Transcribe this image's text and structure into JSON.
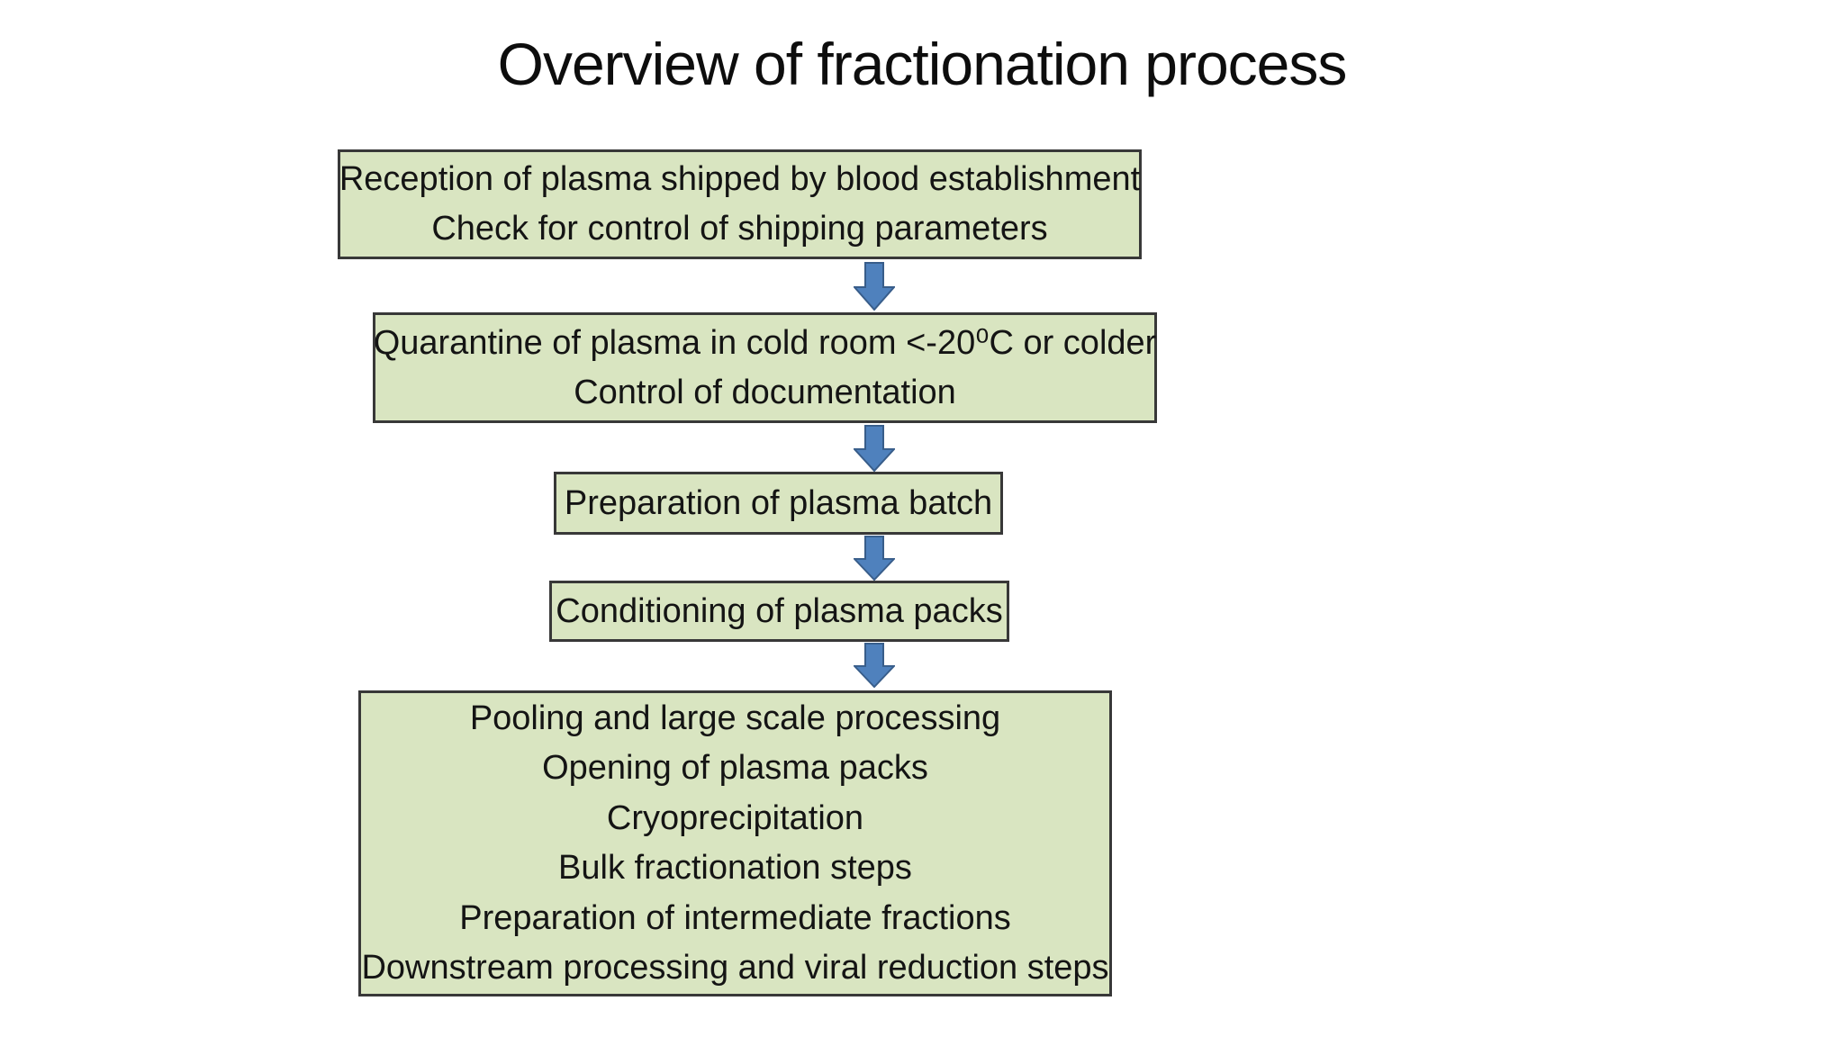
{
  "slide": {
    "title": "Overview of fractionation process",
    "colors": {
      "background": "#ffffff",
      "box_fill": "#d9e5c1",
      "box_border": "#383838",
      "arrow_fill": "#4f81bd",
      "arrow_border": "#385d8a",
      "text": "#141414"
    },
    "steps": [
      {
        "name": "reception",
        "lines": [
          "Reception of plasma shipped by blood establishment",
          "Check for control of shipping parameters"
        ]
      },
      {
        "name": "quarantine",
        "lines": [
          "Quarantine of plasma in cold room <-20⁰C or colder",
          "Control of documentation"
        ]
      },
      {
        "name": "preparation",
        "lines": [
          "Preparation of plasma batch"
        ]
      },
      {
        "name": "conditioning",
        "lines": [
          "Conditioning of plasma packs"
        ]
      },
      {
        "name": "pooling",
        "lines": [
          "Pooling and large scale processing",
          "Opening of plasma packs",
          "Cryoprecipitation",
          "Bulk fractionation steps",
          "Preparation of intermediate fractions",
          "Downstream processing and viral reduction steps"
        ]
      }
    ]
  }
}
